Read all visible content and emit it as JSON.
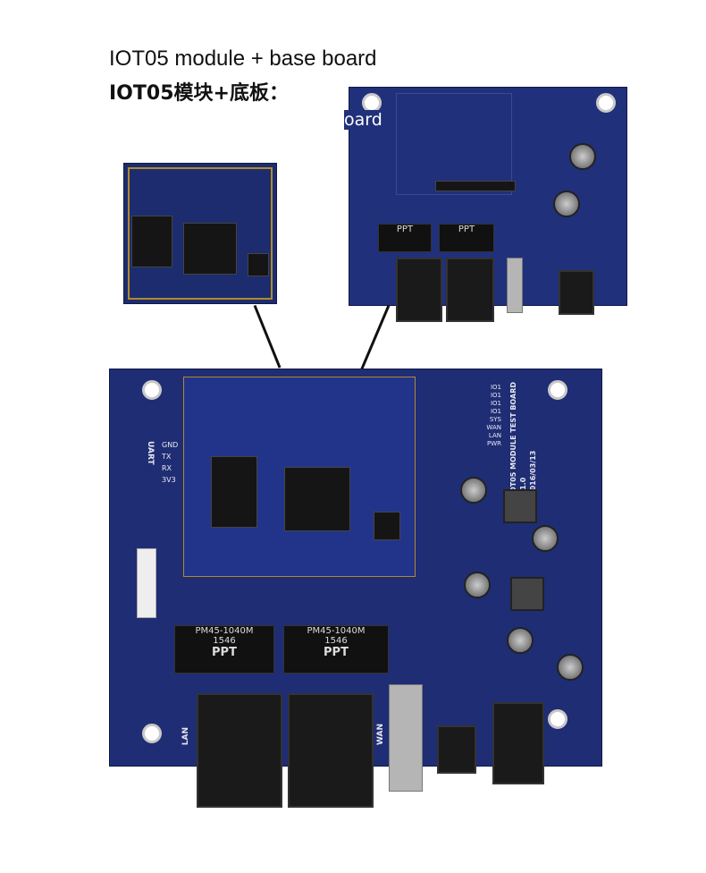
{
  "caption": {
    "english": "IOT05 module + base board",
    "chinese": "IOT05模块+底板："
  },
  "overlap_text": "oard",
  "board_silkscreen": {
    "title": "IOT05 MODULE TEST BOARD",
    "version": "V1.0",
    "date": "2016/03/13",
    "uart_label": "UART",
    "uart_pins": [
      "GND",
      "TX",
      "RX",
      "3V3"
    ],
    "lan_label": "LAN",
    "wan_label": "WAN",
    "transformer_brand": "PPT",
    "transformer_model": "PM45-1040M",
    "transformer_code": "1546",
    "led_labels": [
      "IO1",
      "IO1",
      "IO1",
      "IO1",
      "SYS",
      "WAN",
      "LAN",
      "PWR"
    ]
  }
}
